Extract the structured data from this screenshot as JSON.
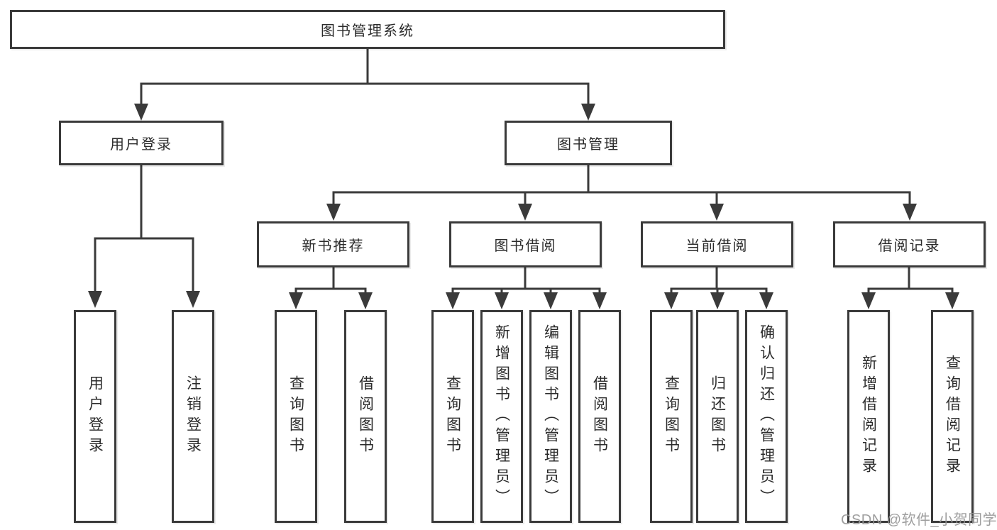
{
  "diagram_title": "图书管理系统",
  "colors": {
    "line": "#3a3a3a",
    "box_border": "#3a3a3a",
    "box_background": "#ffffff",
    "text": "#2b2b2b",
    "watermark": "#969696"
  },
  "tree": {
    "root": {
      "label": "图书管理系统"
    },
    "children": [
      {
        "label": "用户登录",
        "children": [
          {
            "label": "用户登录"
          },
          {
            "label": "注销登录"
          }
        ]
      },
      {
        "label": "图书管理",
        "children": [
          {
            "label": "新书推荐",
            "children": [
              {
                "label": "查询图书"
              },
              {
                "label": "借阅图书"
              }
            ]
          },
          {
            "label": "图书借阅",
            "children": [
              {
                "label": "查询图书"
              },
              {
                "label": "新增图书（管理员）"
              },
              {
                "label": "编辑图书（管理员）"
              },
              {
                "label": "借阅图书"
              }
            ]
          },
          {
            "label": "当前借阅",
            "children": [
              {
                "label": "查询图书"
              },
              {
                "label": "归还图书"
              },
              {
                "label": "确认归还（管理员）"
              }
            ]
          },
          {
            "label": "借阅记录",
            "children": [
              {
                "label": "新增借阅记录"
              },
              {
                "label": "查询借阅记录"
              }
            ]
          }
        ]
      }
    ]
  },
  "watermark": "CSDN @软件_小贺同学"
}
